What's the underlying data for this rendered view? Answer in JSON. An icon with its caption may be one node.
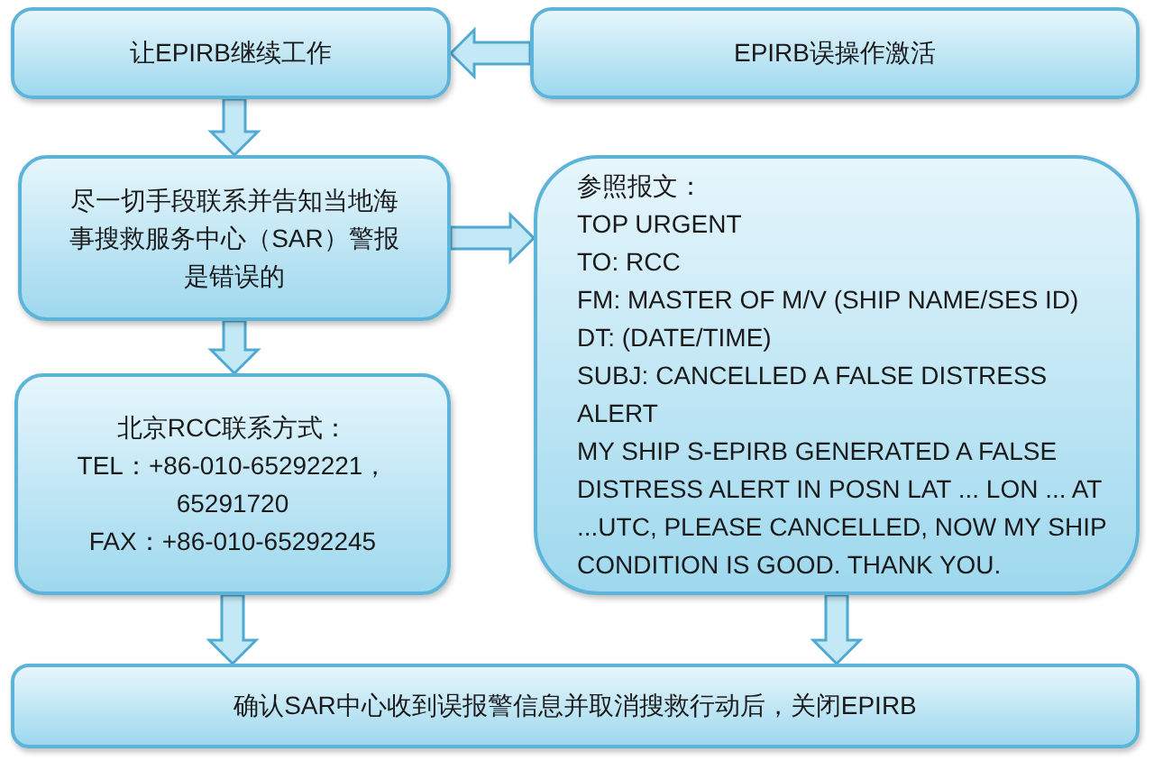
{
  "diagram": {
    "nodes": [
      {
        "text": [
          "让EPIRB继续工作"
        ]
      },
      {
        "text": [
          "EPIRB误操作激活"
        ]
      },
      {
        "text": [
          "尽一切手段联系并告知当地海事搜救服务中心（SAR）警报是错误的"
        ]
      },
      {
        "text": [
          "参照报文：",
          "TOP URGENT",
          "TO: RCC",
          "FM: MASTER OF M/V (SHIP NAME/SES ID)",
          "DT: (DATE/TIME)",
          "SUBJ: CANCELLED A FALSE DISTRESS ALERT",
          "MY SHIP S-EPIRB GENERATED A FALSE DISTRESS ALERT IN POSN LAT ... LON ... AT ...UTC, PLEASE CANCELLED, NOW MY SHIP CONDITION IS GOOD. THANK YOU."
        ]
      },
      {
        "text": [
          "北京RCC联系方式：",
          "TEL：+86-010-65292221，65291720",
          "FAX：+86-010-65292245"
        ]
      },
      {
        "text": [
          "确认SAR中心收到误报警信息并取消搜救行动后，关闭EPIRB"
        ]
      }
    ],
    "edges": [
      {
        "from": 1,
        "to": 0,
        "arrow": "to"
      },
      {
        "from": 0,
        "to": 2,
        "arrow": "to"
      },
      {
        "from": 2,
        "to": 3,
        "arrow": "to"
      },
      {
        "from": 2,
        "to": 4,
        "arrow": "to"
      },
      {
        "from": 4,
        "to": 5,
        "arrow": "to"
      },
      {
        "from": 3,
        "to": 5,
        "arrow": "to"
      }
    ]
  }
}
